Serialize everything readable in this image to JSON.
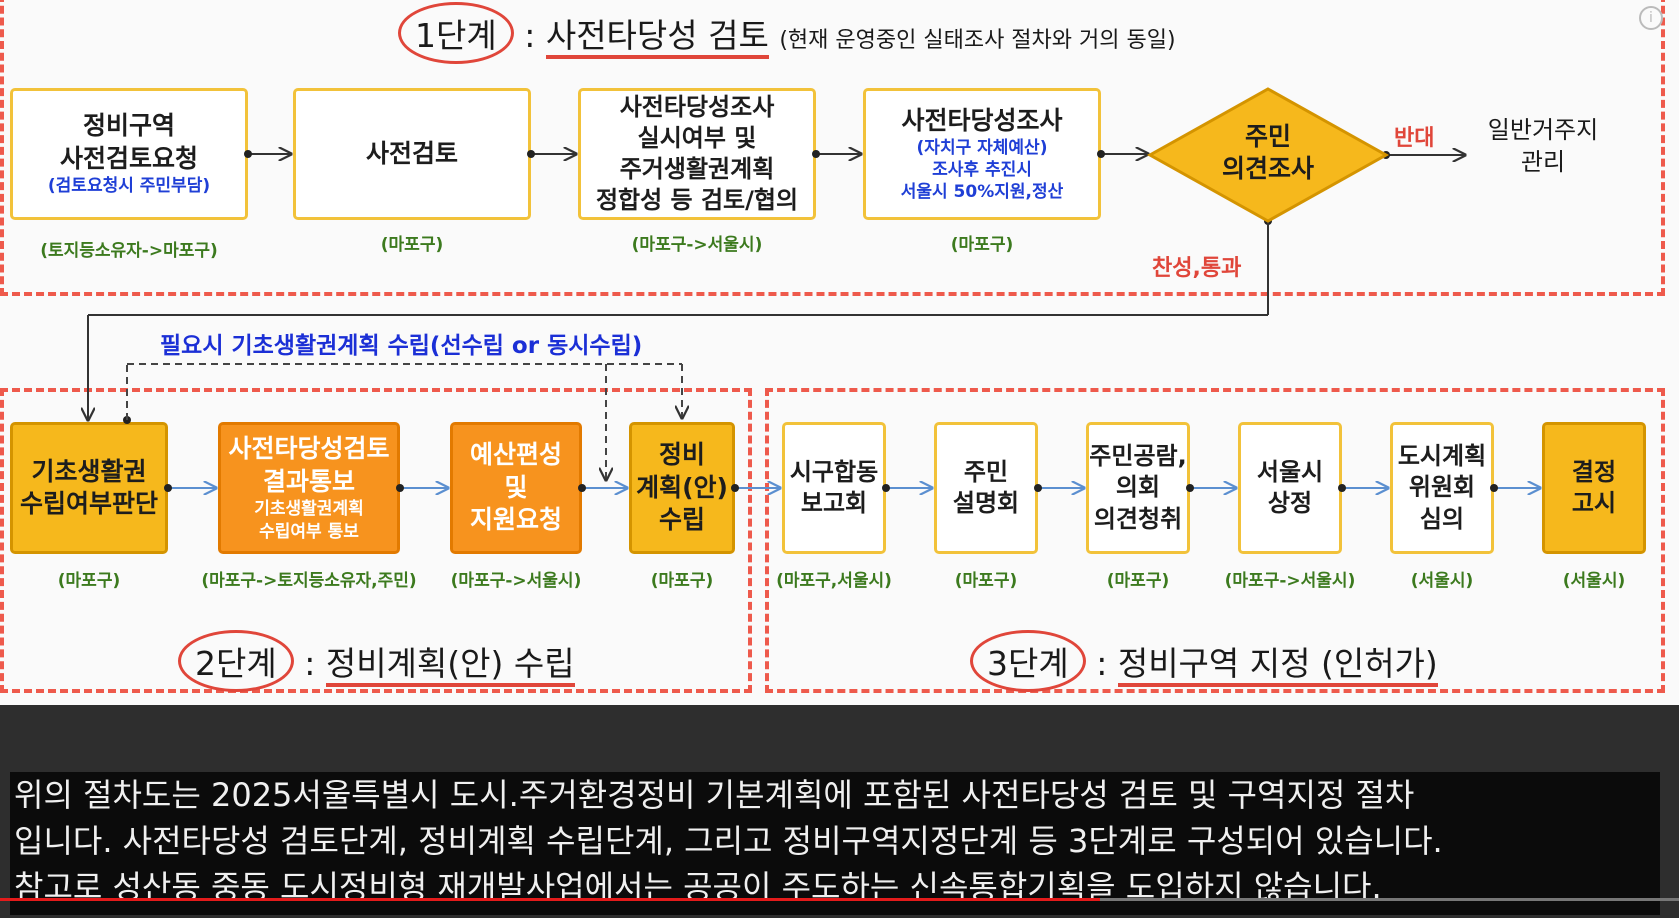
{
  "stage1": {
    "num": "1단계",
    "title": "사전타당성 검토",
    "note": "(현재 운영중인 실태조사 절차와 거의 동일)"
  },
  "stage2": {
    "num": "2단계",
    "title": "정비계획(안) 수립"
  },
  "stage3": {
    "num": "3단계",
    "title": "정비구역 지정 (인허가)"
  },
  "row1": [
    {
      "lines": [
        "정비구역",
        "사전검토요청"
      ],
      "sub": [
        "(검토요청시 주민부담)"
      ],
      "label": "(토지등소유자->마포구)"
    },
    {
      "lines": [
        "사전검토"
      ],
      "sub": [],
      "label": "(마포구)"
    },
    {
      "lines": [
        "사전타당성조사",
        "실시여부 및",
        "주거생활권계획",
        "정합성 등 검토/협의"
      ],
      "sub": [],
      "label": "(마포구->서울시)"
    },
    {
      "lines": [
        "사전타당성조사"
      ],
      "sub": [
        "(자치구 자체예산)",
        "조사후 추진시",
        "서울시 50%지원,정산"
      ],
      "label": "(마포구)"
    }
  ],
  "diamond": {
    "lines": [
      "주민",
      "의견조사"
    ]
  },
  "oppose": {
    "label": "반대",
    "result": [
      "일반거주지",
      "관리"
    ]
  },
  "approve": {
    "label": "찬성,통과"
  },
  "optional_note": "필요시 기초생활권계획 수립(선수립 or 동시수립)",
  "row2": [
    {
      "lines": [
        "기초생활권",
        "수립여부판단"
      ],
      "sub": [],
      "label": "(마포구)"
    },
    {
      "lines": [
        "사전타당성검토",
        "결과통보"
      ],
      "sub": [
        "기초생활권계획",
        "수립여부 통보"
      ],
      "label": "(마포구->토지등소유자,주민)"
    },
    {
      "lines": [
        "예산편성",
        "및",
        "지원요청"
      ],
      "sub": [],
      "label": "(마포구->서울시)"
    },
    {
      "lines": [
        "정비",
        "계획(안)",
        "수립"
      ],
      "sub": [],
      "label": "(마포구)"
    }
  ],
  "row3": [
    {
      "lines": [
        "시구합동",
        "보고회"
      ],
      "label": "(마포구,서울시)"
    },
    {
      "lines": [
        "주민",
        "설명회"
      ],
      "label": "(마포구)"
    },
    {
      "lines": [
        "주민공람,",
        "의회",
        "의견청취"
      ],
      "label": "(마포구)"
    },
    {
      "lines": [
        "서울시",
        "상정"
      ],
      "label": "(마포구->서울시)"
    },
    {
      "lines": [
        "도시계획",
        "위원회",
        "심의"
      ],
      "label": "(서울시)"
    },
    {
      "lines": [
        "결정",
        "고시"
      ],
      "label": "(서울시)"
    }
  ],
  "subtitles": [
    "위의 절차도는  2025서울특별시 도시.주거환경정비 기본계획에 포함된 사전타당성 검토 및 구역지정 절차",
    "입니다. 사전타당성 검토단계, 정비계획 수립단계, 그리고 정비구역지정단계 등 3단계로 구성되어 있습니다.",
    "참고로 성산동 중동 도시정비형 재개발사업에서는 공공이 주도하는 신속통합기획을 도입하지 않습니다."
  ],
  "info_icon": "i"
}
